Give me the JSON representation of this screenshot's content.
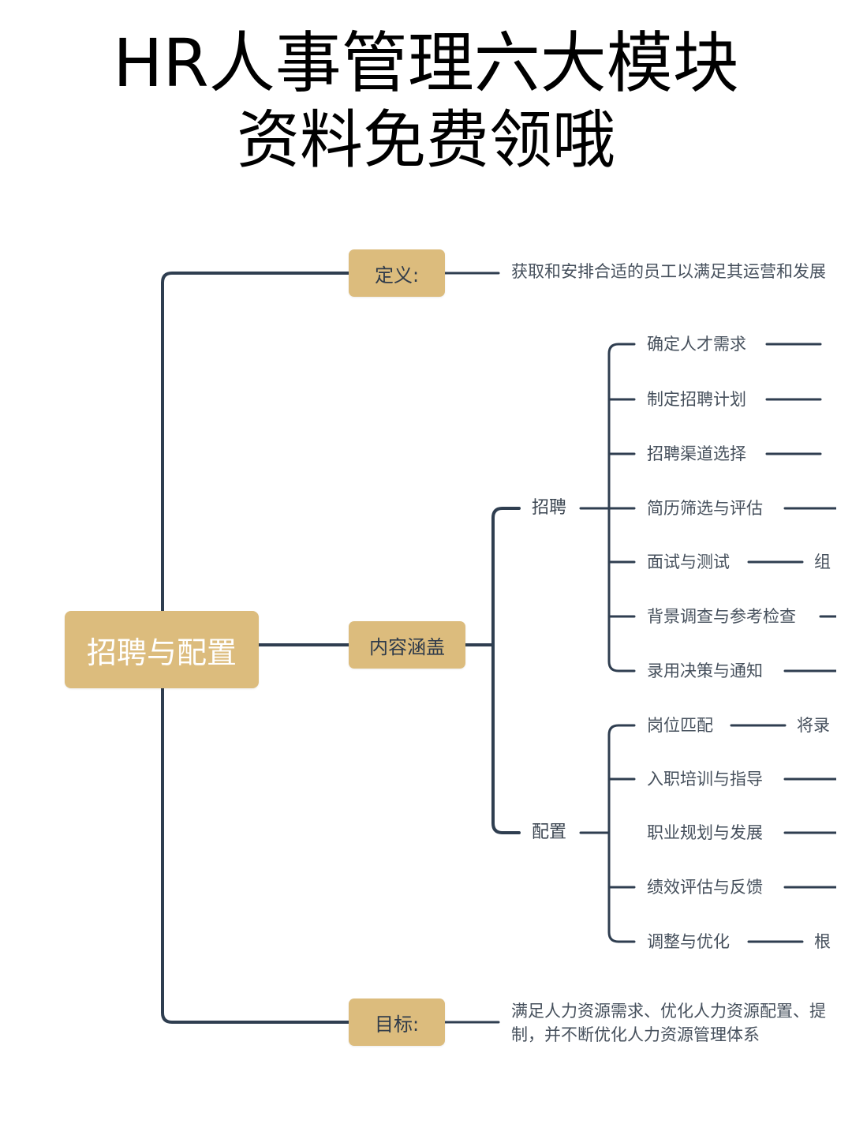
{
  "header": {
    "title_line1": "HR人事管理六大模块",
    "title_line2": "资料免费领哦"
  },
  "mindmap": {
    "root": "招聘与配置",
    "definition": {
      "label": "定义:",
      "text": "获取和安排合适的员工以满足其运营和发展"
    },
    "content": {
      "label": "内容涵盖",
      "recruit": {
        "label": "招聘",
        "items": [
          {
            "label": "确定人才需求",
            "trail": ""
          },
          {
            "label": "制定招聘计划",
            "trail": ""
          },
          {
            "label": "招聘渠道选择",
            "trail": ""
          },
          {
            "label": "简历筛选与评估",
            "trail": ""
          },
          {
            "label": "面试与测试",
            "trail": "组"
          },
          {
            "label": "背景调查与参考检查",
            "trail": ""
          },
          {
            "label": "录用决策与通知",
            "trail": ""
          }
        ]
      },
      "placement": {
        "label": "配置",
        "items": [
          {
            "label": "岗位匹配",
            "trail": "将录"
          },
          {
            "label": "入职培训与指导",
            "trail": ""
          },
          {
            "label": "职业规划与发展",
            "trail": ""
          },
          {
            "label": "绩效评估与反馈",
            "trail": ""
          },
          {
            "label": "调整与优化",
            "trail": "根"
          }
        ]
      }
    },
    "goal": {
      "label": "目标:",
      "text_line1": "满足人力资源需求、优化人力资源配置、提",
      "text_line2": "制，并不断优化人力资源管理体系"
    },
    "colors": {
      "node_fill": "#dcbc7d",
      "connector": "#2f3e50",
      "text": "#46505c"
    }
  }
}
